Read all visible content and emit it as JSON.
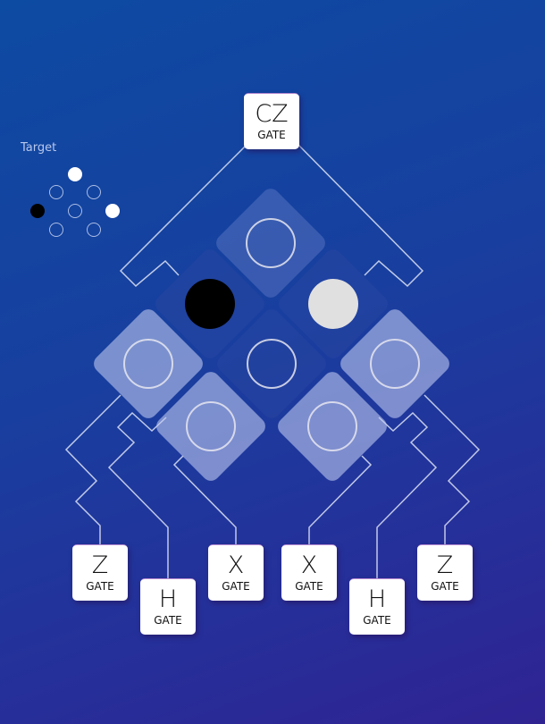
{
  "target": {
    "label": "Target",
    "cells": [
      "white",
      "empty",
      "empty",
      "black",
      "empty",
      "white",
      "empty",
      "empty"
    ]
  },
  "board": {
    "tiles": [
      {
        "id": "top",
        "shade": "mid",
        "state": "empty"
      },
      {
        "id": "upper-left",
        "shade": "dark",
        "state": "black"
      },
      {
        "id": "upper-right",
        "shade": "dark",
        "state": "white"
      },
      {
        "id": "left",
        "shade": "light",
        "state": "empty"
      },
      {
        "id": "center",
        "shade": "dark",
        "state": "empty"
      },
      {
        "id": "right",
        "shade": "light",
        "state": "empty"
      },
      {
        "id": "lower-left",
        "shade": "light",
        "state": "empty"
      },
      {
        "id": "lower-right",
        "shade": "light",
        "state": "empty"
      }
    ]
  },
  "gates": {
    "cz": {
      "symbol": "CZ",
      "label": "GATE"
    },
    "z_left": {
      "symbol": "Z",
      "label": "GATE"
    },
    "h_left": {
      "symbol": "H",
      "label": "GATE"
    },
    "x_left": {
      "symbol": "X",
      "label": "GATE"
    },
    "x_right": {
      "symbol": "X",
      "label": "GATE"
    },
    "h_right": {
      "symbol": "H",
      "label": "GATE"
    },
    "z_right": {
      "symbol": "Z",
      "label": "GATE"
    }
  },
  "colors": {
    "background_top": "#0d4aa2",
    "background_bottom": "#2f2392",
    "wire": "#dfe4f5"
  }
}
